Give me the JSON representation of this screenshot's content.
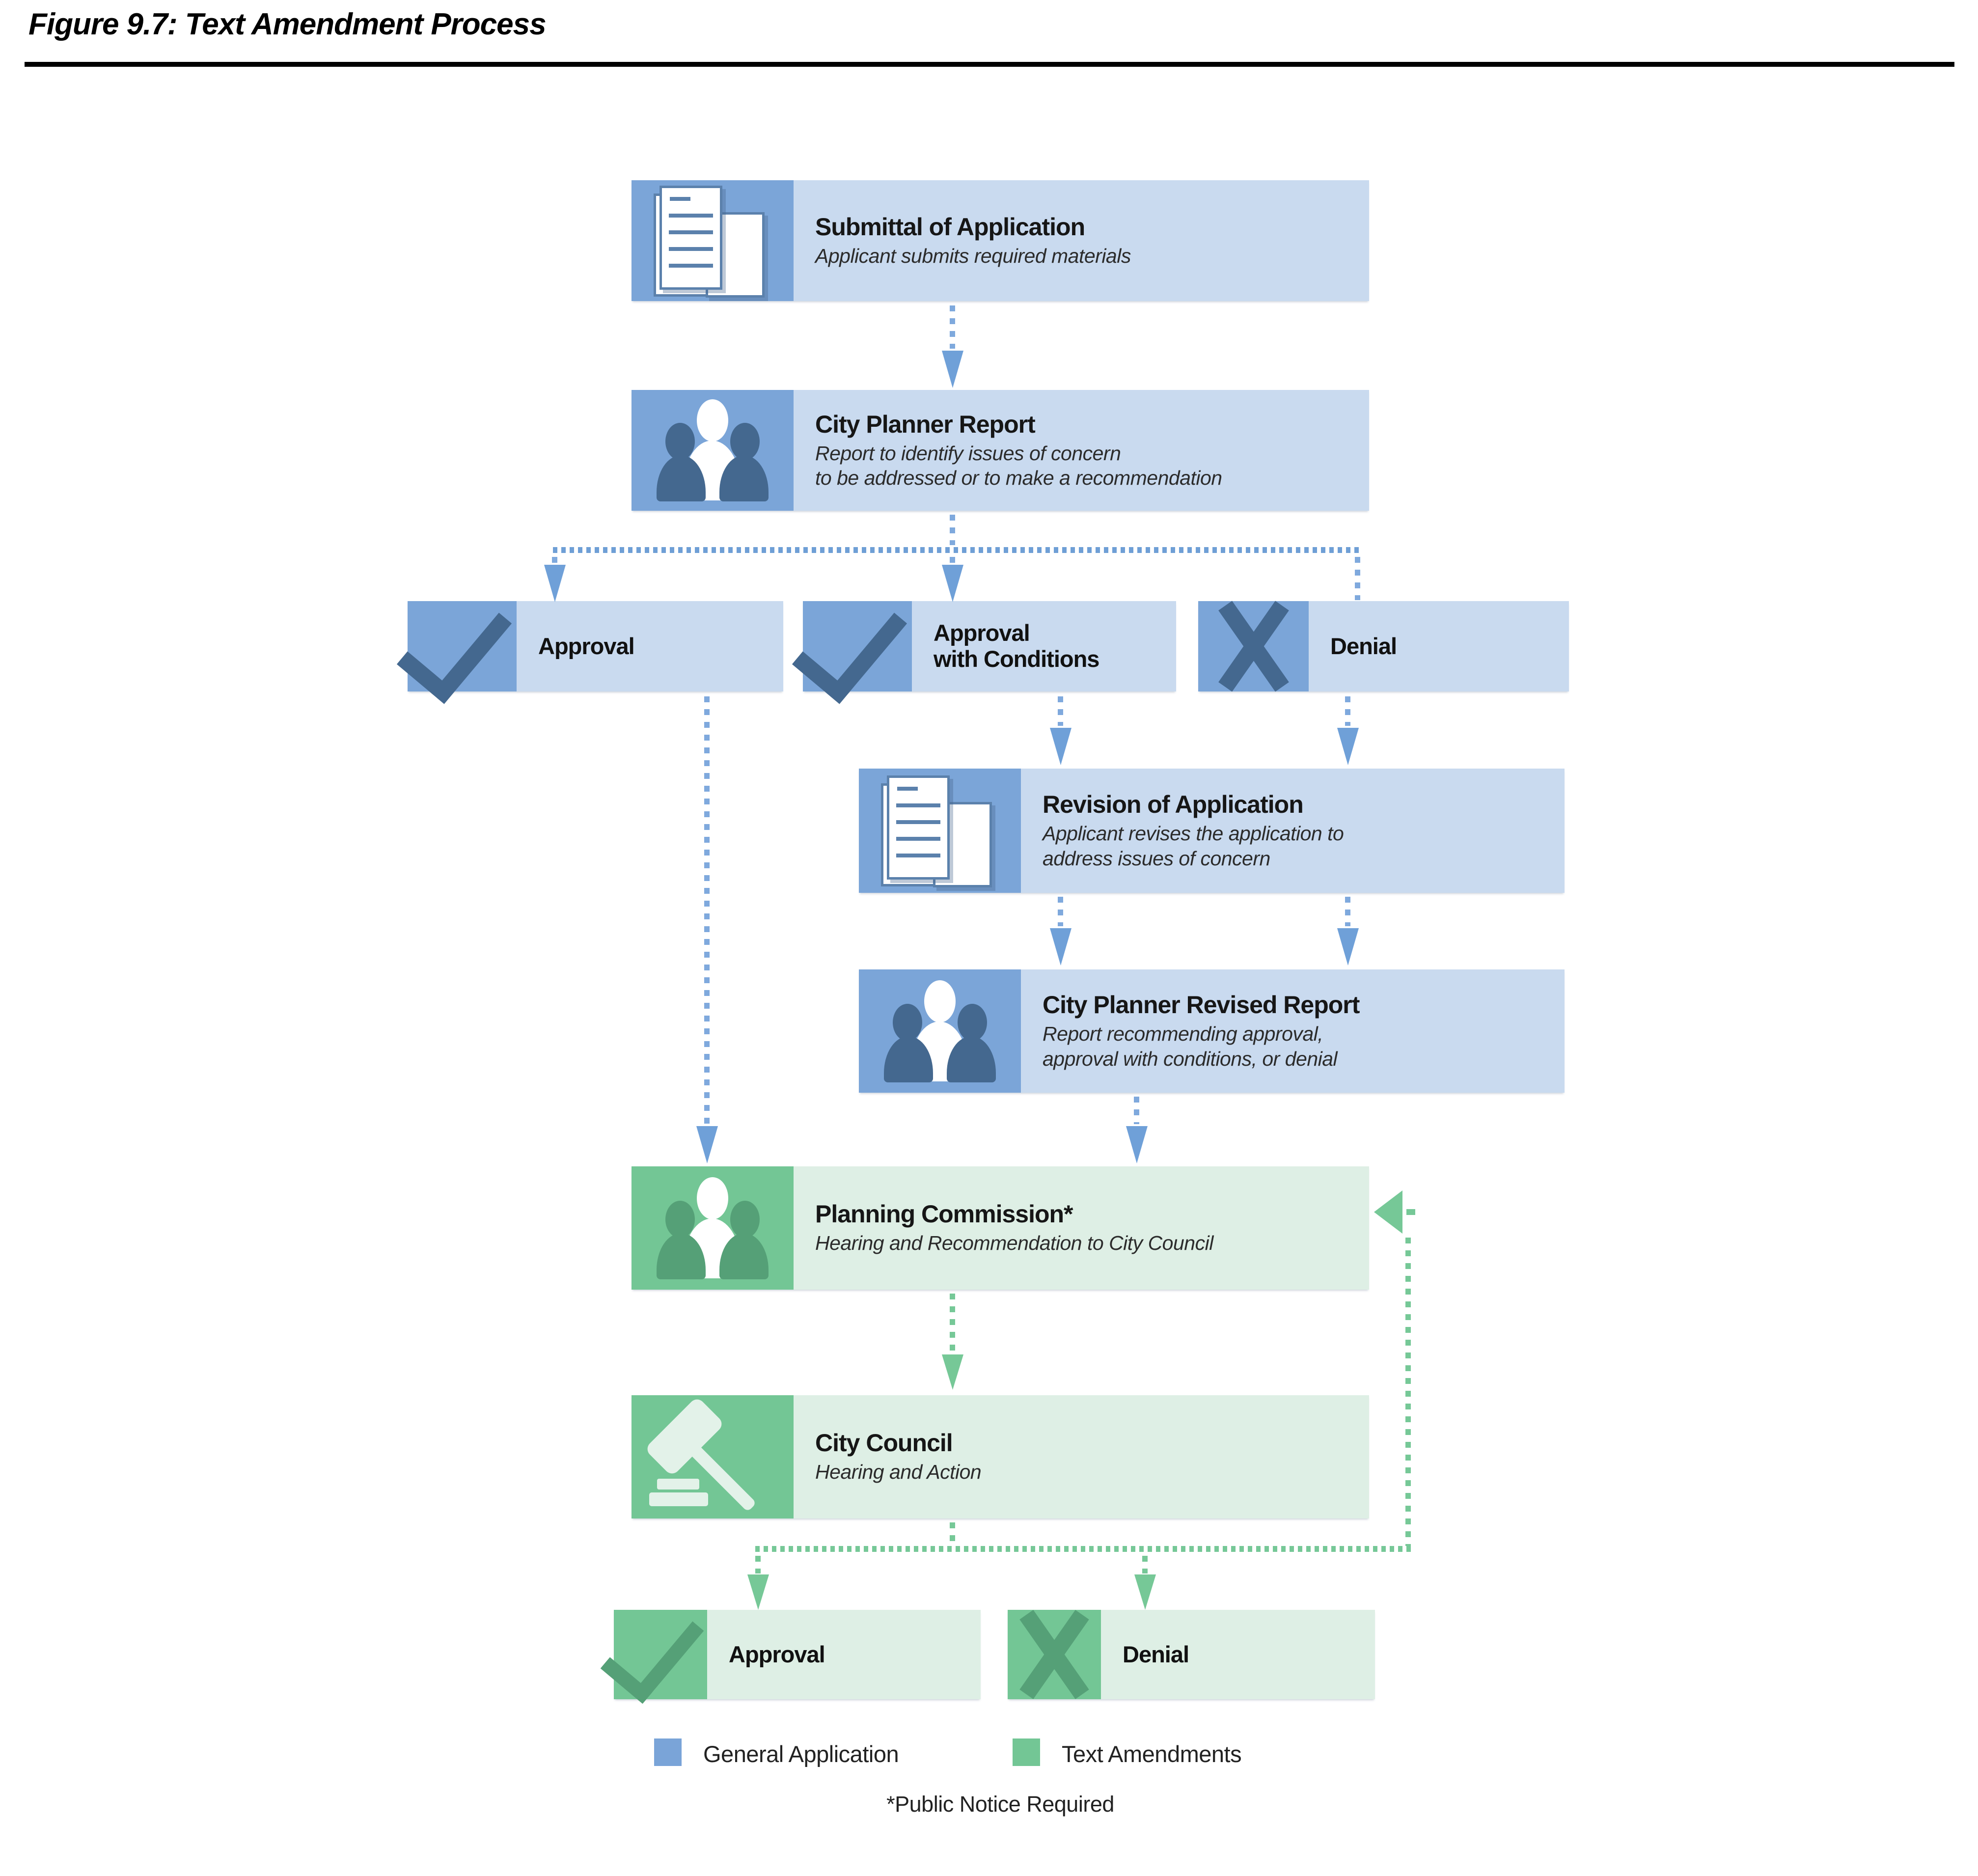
{
  "title": "Figure 9.7: Text Amendment Process",
  "footnote": "*Public Notice Required",
  "legend": {
    "general": {
      "label": "General Application",
      "color": "#7AA4D8"
    },
    "text_amendments": {
      "label": "Text Amendments",
      "color": "#73C695"
    }
  },
  "flow": {
    "submittal": {
      "title": "Submittal of Application",
      "subtitle": "Applicant submits required materials",
      "icon": "documents-icon"
    },
    "planner_report": {
      "title": "City Planner Report",
      "subtitle": "Report to identify issues of concern\nto be addressed or to make a recommendation",
      "icon": "people-icon"
    },
    "approval_first": {
      "title": "Approval",
      "icon": "checkmark-icon"
    },
    "approval_conditions": {
      "title": "Approval\nwith Conditions",
      "icon": "checkmark-icon"
    },
    "denial_first": {
      "title": "Denial",
      "icon": "x-icon"
    },
    "revision": {
      "title": "Revision of Application",
      "subtitle": "Applicant revises the application to\naddress issues of concern",
      "icon": "documents-icon"
    },
    "revised_report": {
      "title": "City Planner Revised Report",
      "subtitle": "Report recommending approval,\napproval with conditions, or denial",
      "icon": "people-icon"
    },
    "planning_commission": {
      "title": "Planning Commission*",
      "subtitle": "Hearing and Recommendation to City Council",
      "icon": "people-icon"
    },
    "city_council": {
      "title": "City Council",
      "subtitle": "Hearing and Action",
      "icon": "gavel-icon"
    },
    "approval_final": {
      "title": "Approval",
      "icon": "checkmark-icon"
    },
    "denial_final": {
      "title": "Denial",
      "icon": "x-icon"
    }
  },
  "colors": {
    "blue_icon_bg": "#7BA5D8",
    "blue_body": "#C9DAEF",
    "blue_glyph": "#44688F",
    "green_icon_bg": "#73C695",
    "green_body": "#DEEFE5",
    "green_glyph": "#55A077",
    "arrow_blue": "#6FA0D8",
    "arrow_green": "#76C897"
  }
}
